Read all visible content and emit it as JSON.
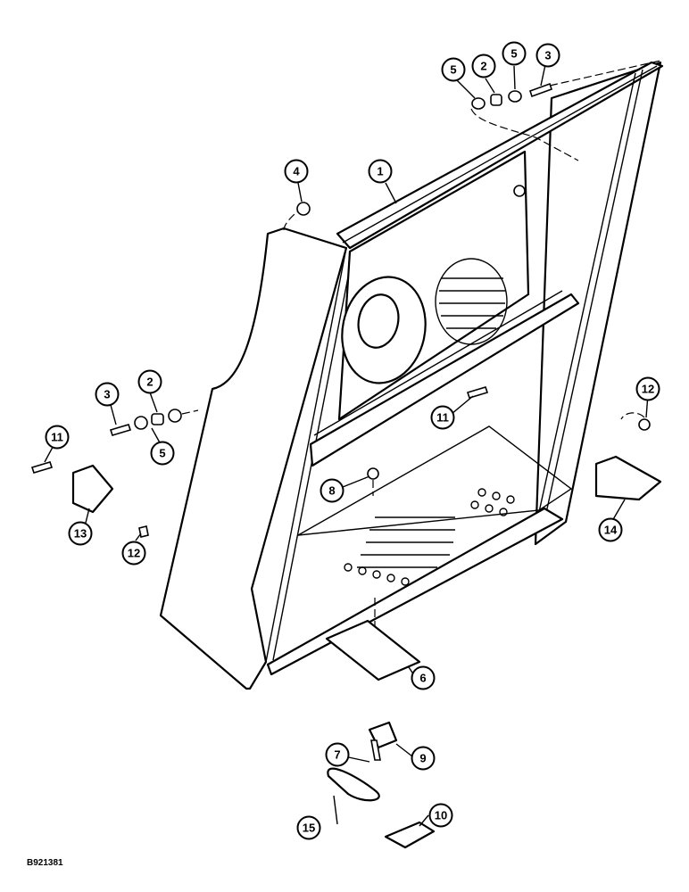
{
  "figure": {
    "reference_code": "B921381"
  },
  "callouts": [
    {
      "id": "c1",
      "label": "1"
    },
    {
      "id": "c2-top",
      "label": "2"
    },
    {
      "id": "c2-left",
      "label": "2"
    },
    {
      "id": "c3-top",
      "label": "3"
    },
    {
      "id": "c3-left",
      "label": "3"
    },
    {
      "id": "c4",
      "label": "4"
    },
    {
      "id": "c5-top-a",
      "label": "5"
    },
    {
      "id": "c5-top-b",
      "label": "5"
    },
    {
      "id": "c5-left",
      "label": "5"
    },
    {
      "id": "c6",
      "label": "6"
    },
    {
      "id": "c7",
      "label": "7"
    },
    {
      "id": "c8",
      "label": "8"
    },
    {
      "id": "c9",
      "label": "9"
    },
    {
      "id": "c10",
      "label": "10"
    },
    {
      "id": "c11-left",
      "label": "11"
    },
    {
      "id": "c11-center",
      "label": "11"
    },
    {
      "id": "c12-left",
      "label": "12"
    },
    {
      "id": "c12-right",
      "label": "12"
    },
    {
      "id": "c13",
      "label": "13"
    },
    {
      "id": "c14",
      "label": "14"
    },
    {
      "id": "c15",
      "label": "15"
    }
  ]
}
